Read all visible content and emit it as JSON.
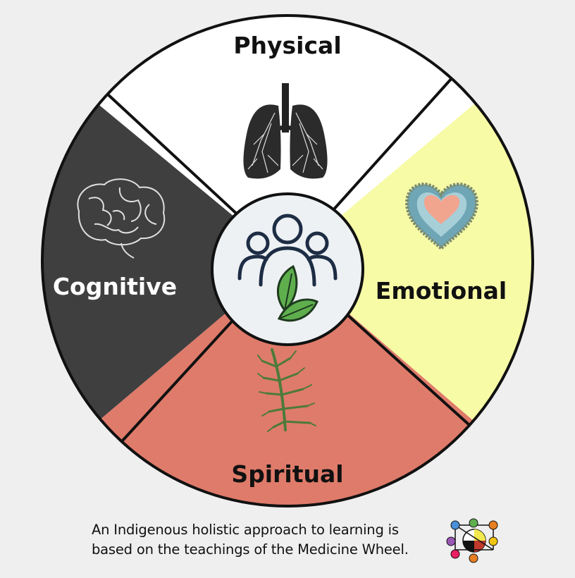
{
  "wheel": {
    "segments": [
      {
        "id": "physical",
        "label": "Physical",
        "color": "#ffffff",
        "text_color": "#111111",
        "icon": "lungs-icon"
      },
      {
        "id": "emotional",
        "label": "Emotional",
        "color": "#f7fba6",
        "text_color": "#111111",
        "icon": "beaded-heart-icon"
      },
      {
        "id": "spiritual",
        "label": "Spiritual",
        "color": "#df7b6a",
        "text_color": "#111111",
        "icon": "cedar-branch-icon"
      },
      {
        "id": "cognitive",
        "label": "Cognitive",
        "color": "#3f3f3f",
        "text_color": "#ffffff",
        "icon": "brain-icon"
      }
    ],
    "center_icon": "community-people-leaves-icon",
    "center_color": "#eef1f4",
    "outline_color": "#111111"
  },
  "caption": {
    "line1": "An Indigenous holistic approach to learning is",
    "line2": "based on the teachings of the Medicine Wheel."
  },
  "logo_icon": "medicine-wheel-network-logo-icon"
}
